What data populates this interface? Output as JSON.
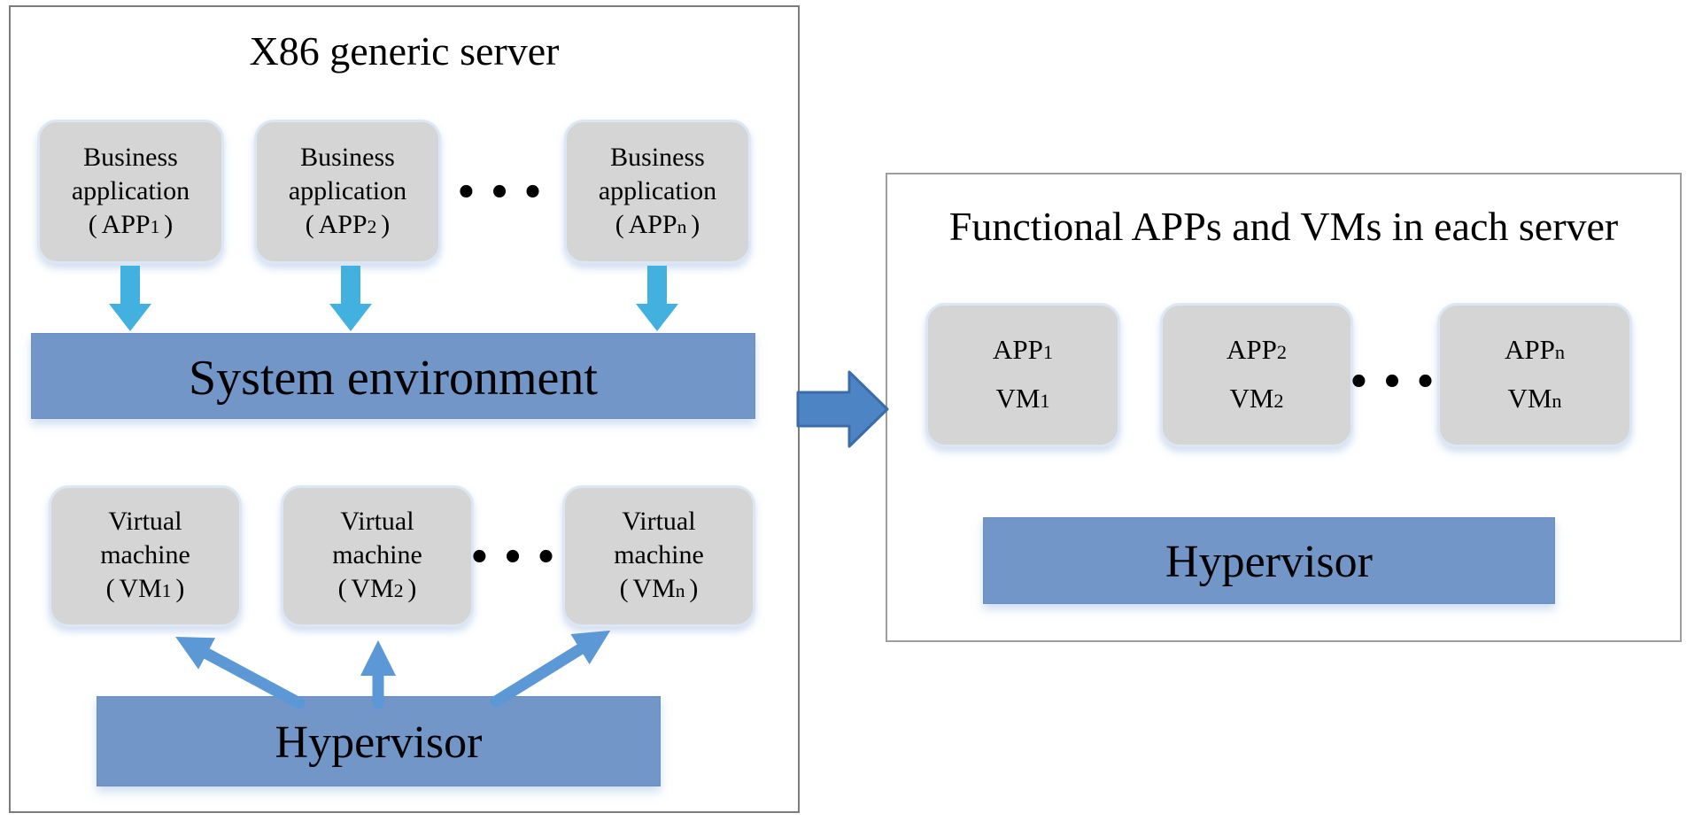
{
  "colors": {
    "background": "#ffffff",
    "panel_border_left": "#7c7c7c",
    "panel_border_right": "#9e9e9e",
    "box_fill": "#d5d5d5",
    "box_border": "#dde7f3",
    "bar_fill": "#7296c8",
    "down_arrow": "#42b1e0",
    "up_arrow": "#5c98d6",
    "big_arrow_fill": "#4d84c4",
    "big_arrow_border": "#3a6cab",
    "text": "#000000"
  },
  "left_panel": {
    "title": "X86 generic server",
    "app_boxes": [
      {
        "line1": "Business",
        "line2": "application",
        "paren_open": "(",
        "name": "APP",
        "sub": "1",
        "paren_close": ")"
      },
      {
        "line1": "Business",
        "line2": "application",
        "paren_open": "(",
        "name": "APP",
        "sub": "2",
        "paren_close": ")"
      },
      {
        "line1": "Business",
        "line2": "application",
        "paren_open": "(",
        "name": "APP",
        "sub": "n",
        "paren_close": ")"
      }
    ],
    "app_ellipsis": "•••",
    "system_bar_label": "System environment",
    "vm_boxes": [
      {
        "line1": "Virtual",
        "line2": "machine",
        "paren_open": "(",
        "name": "VM",
        "sub": "1",
        "paren_close": ")"
      },
      {
        "line1": "Virtual",
        "line2": "machine",
        "paren_open": "(",
        "name": "VM",
        "sub": "2",
        "paren_close": ")"
      },
      {
        "line1": "Virtual",
        "line2": "machine",
        "paren_open": "(",
        "name": "VM",
        "sub": "n",
        "paren_close": ")"
      }
    ],
    "vm_ellipsis": "•••",
    "hypervisor_bar_label": "Hypervisor"
  },
  "right_panel": {
    "title": "Functional APPs and VMs in each server",
    "boxes": [
      {
        "app_name": "APP",
        "app_sub": "1",
        "vm_name": "VM",
        "vm_sub": "1"
      },
      {
        "app_name": "APP",
        "app_sub": "2",
        "vm_name": "VM",
        "vm_sub": "2"
      },
      {
        "app_name": "APP",
        "app_sub": "n",
        "vm_name": "VM",
        "vm_sub": "n"
      }
    ],
    "ellipsis": "•••",
    "hypervisor_bar_label": "Hypervisor"
  }
}
